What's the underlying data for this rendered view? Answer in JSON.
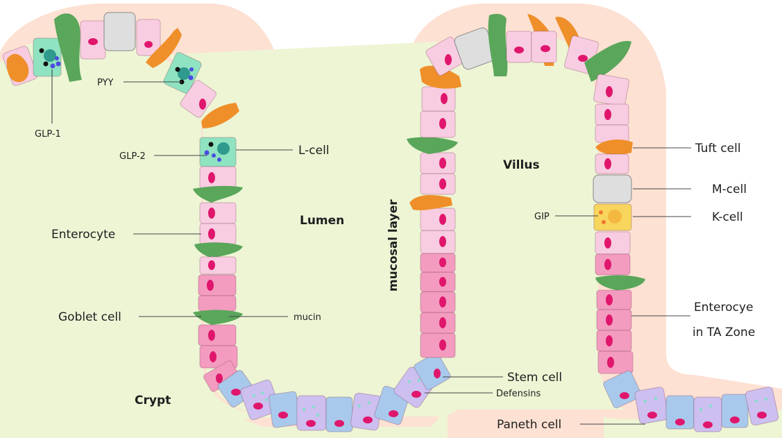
{
  "labels": {
    "glp1": "GLP-1",
    "pyy": "PYY",
    "glp2": "GLP-2",
    "l_cell": "L-cell",
    "enterocyte": "Enterocyte",
    "goblet_cell": "Goblet cell",
    "mucin": "mucin",
    "lumen": "Lumen",
    "crypt": "Crypt",
    "mucosal_layer": "mucosal layer",
    "villus": "Villus",
    "tuft_cell": "Tuft cell",
    "m_cell": "M-cell",
    "gip": "GIP",
    "k_cell": "K-cell",
    "enterocyte_ta_line1": "Enterocye",
    "enterocyte_ta_line2": "in TA Zone",
    "stem_cell": "Stem cell",
    "defensins": "Defensins",
    "paneth_cell": "Paneth cell"
  },
  "colors": {
    "lumen_fill": "#edf5d5",
    "mucosa_fill": "#fde1d3",
    "enterocyte_light": "#f8cde1",
    "enterocyte_ta": "#f39cbf",
    "nucleus": "#e0166d",
    "goblet": "#5aa65a",
    "tuft": "#ef8f2a",
    "m_cell": "#dedede",
    "l_cell": "#8fe3c0",
    "k_cell": "#f8d55c",
    "stem_cell": "#a9c9ec",
    "paneth_cell": "#cdbff0",
    "granule_blue": "#4b4de0",
    "granule_black": "#111111"
  }
}
